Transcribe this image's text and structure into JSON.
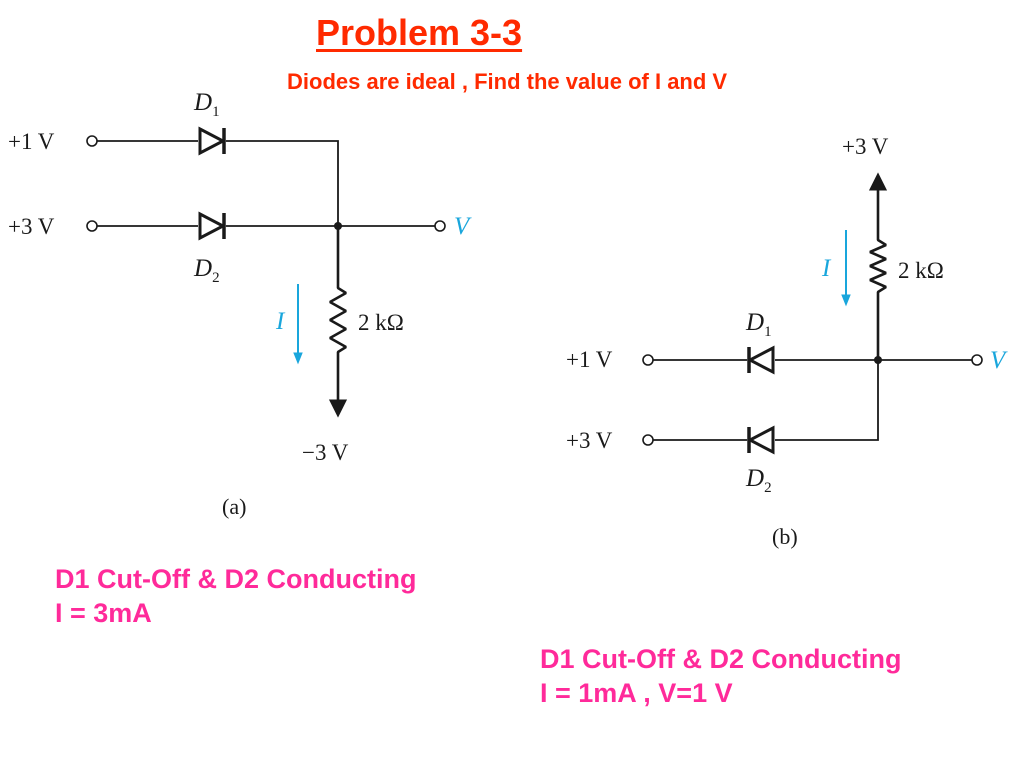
{
  "title": "Problem 3-3",
  "subtitle": "Diodes are ideal , Find the value of I and V",
  "circuit_a": {
    "caption": "(a)",
    "input_top_label": "+1 V",
    "input_bottom_label": "+3 V",
    "diode_top_symbol": "D",
    "diode_top_index": "1",
    "diode_bottom_symbol": "D",
    "diode_bottom_index": "2",
    "output_label": "V",
    "current_label": "I",
    "resistor_label": "2 kΩ",
    "supply_label": "−3 V"
  },
  "circuit_b": {
    "caption": "(b)",
    "input_top_label": "+1 V",
    "input_bottom_label": "+3 V",
    "diode_top_symbol": "D",
    "diode_top_index": "1",
    "diode_bottom_symbol": "D",
    "diode_bottom_index": "2",
    "output_label": "V",
    "current_label": "I",
    "resistor_label": "2 kΩ",
    "supply_label": "+3 V"
  },
  "answer_a": {
    "line1": "D1 Cut-Off & D2 Conducting",
    "line2": "I = 3mA"
  },
  "answer_b": {
    "line1": "D1 Cut-Off & D2 Conducting",
    "line2": "I = 1mA , V=1 V"
  },
  "colors": {
    "title": "#ff2a00",
    "answer": "#ff2a9a",
    "wire": "#1a1a1a",
    "current_arrow": "#19a6dc"
  }
}
